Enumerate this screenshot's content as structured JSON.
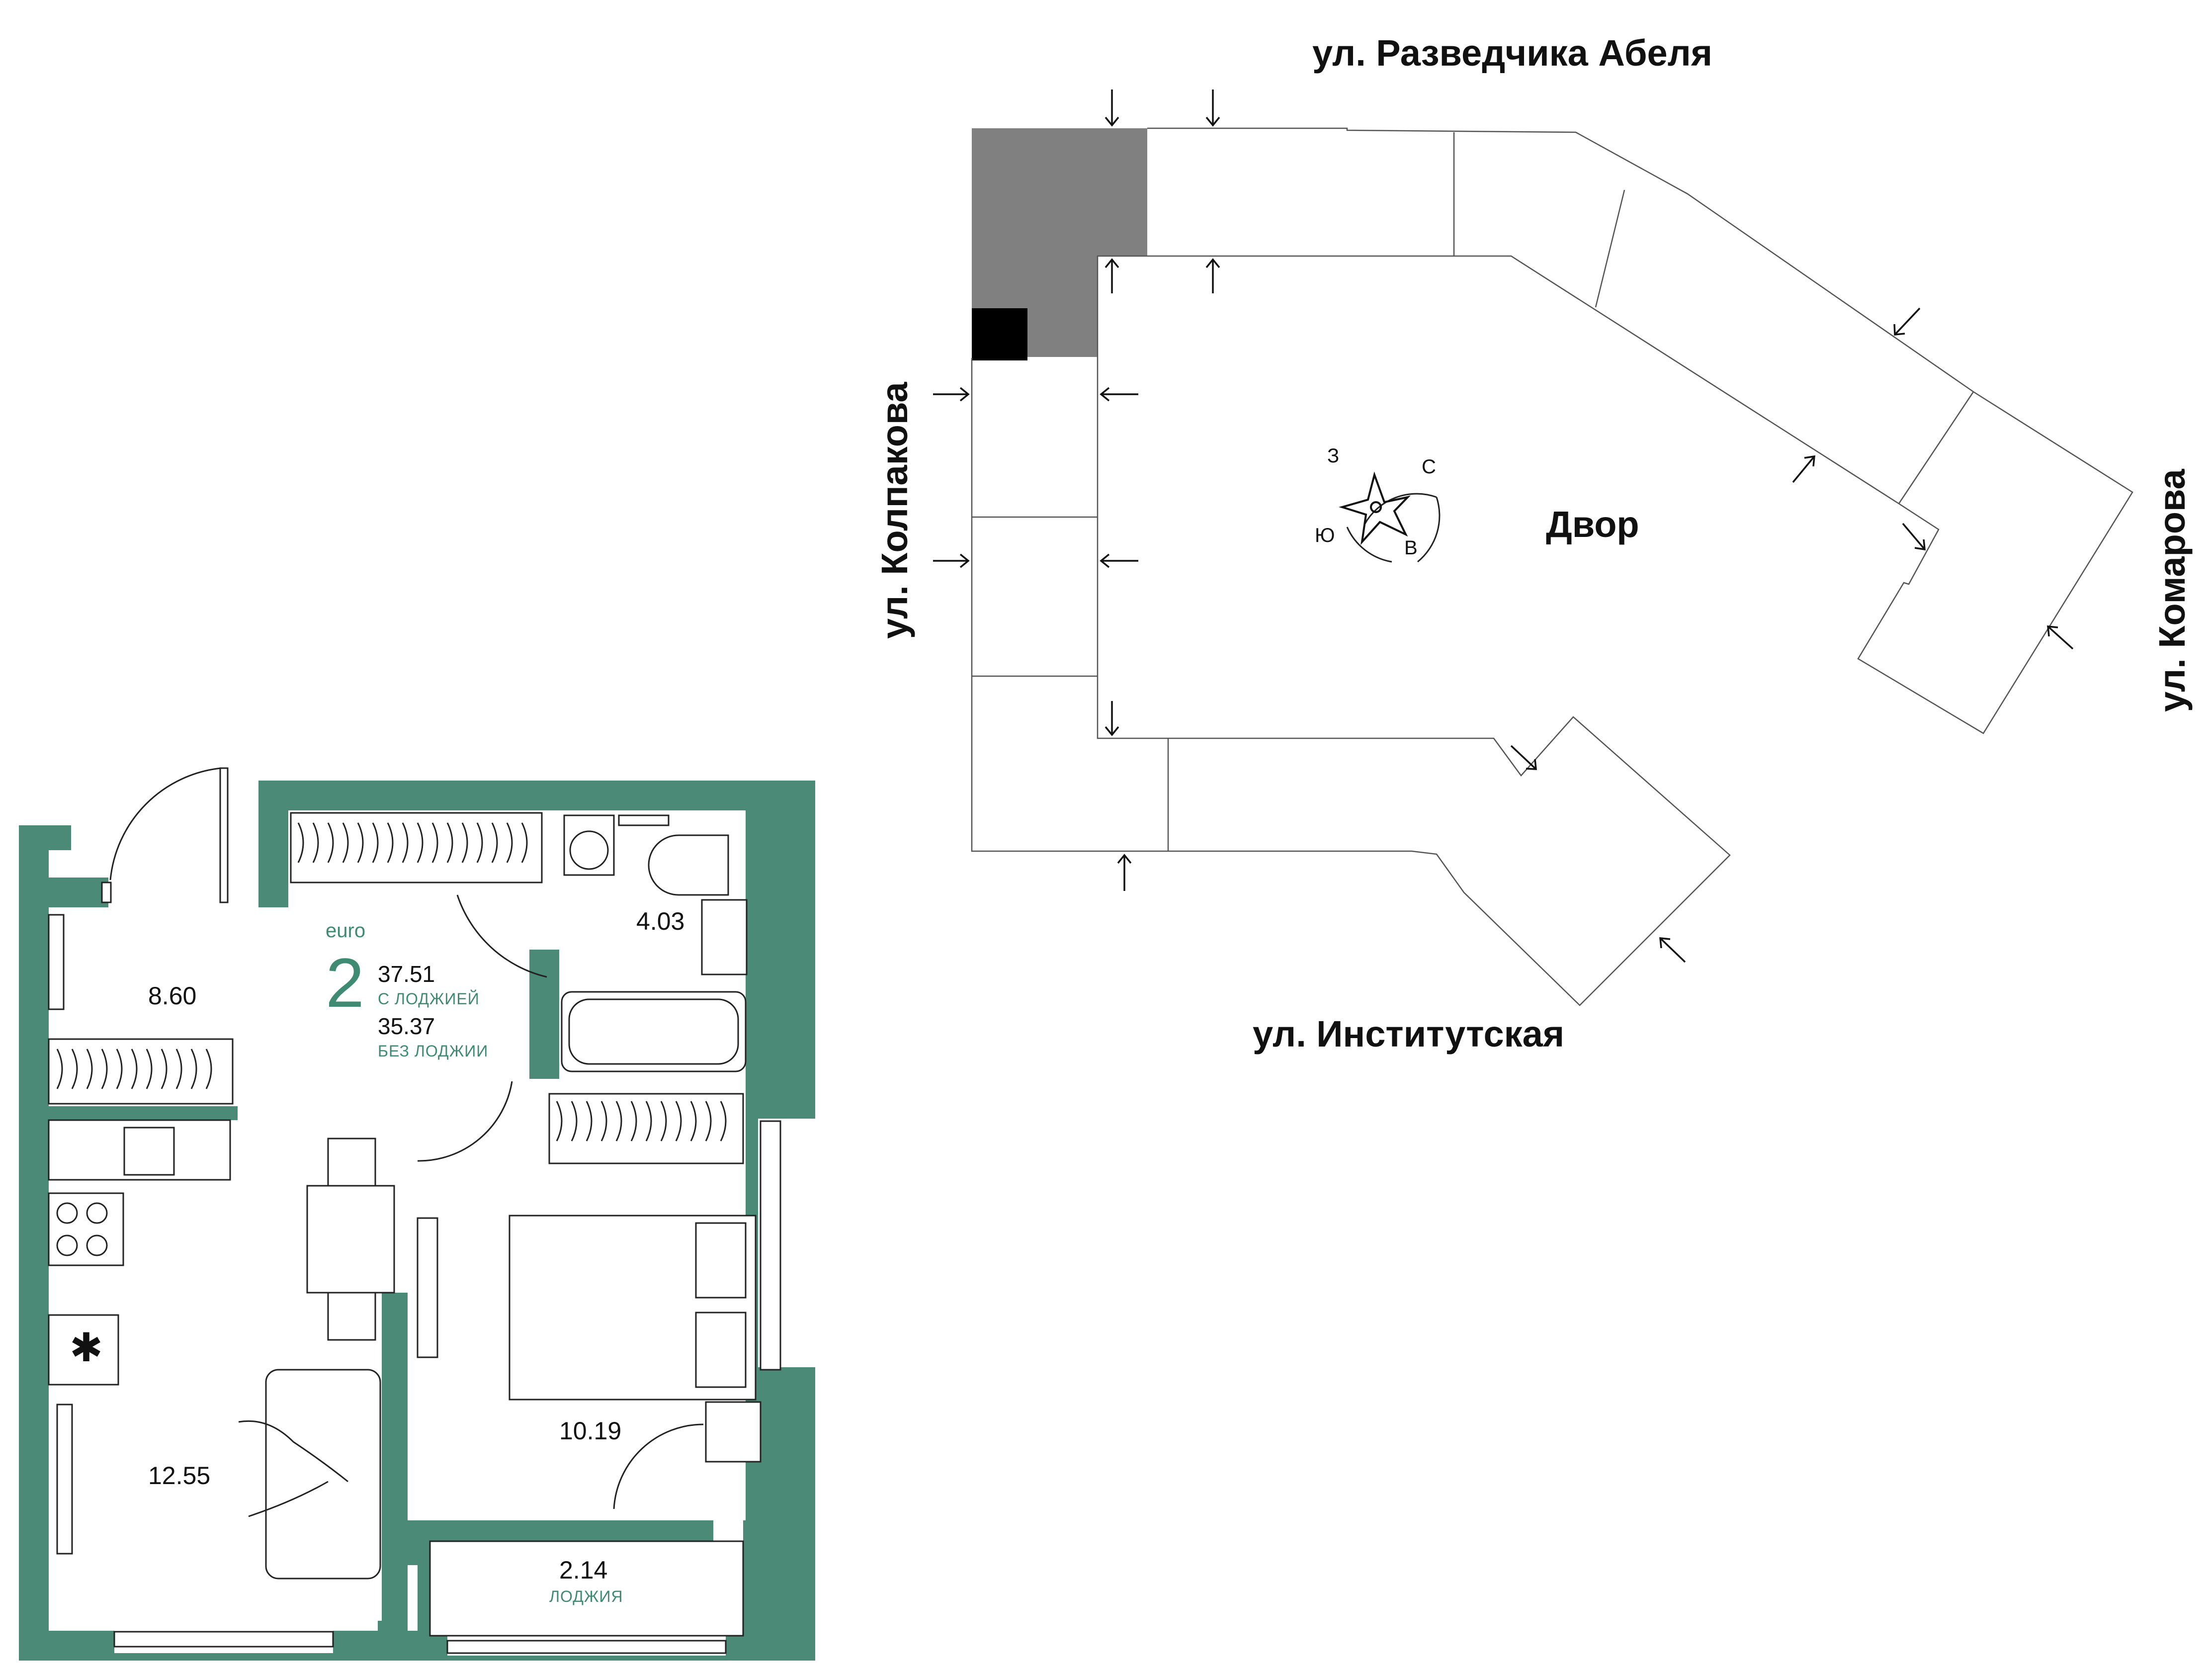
{
  "streets": {
    "north": "ул. Разведчика Абеля",
    "west": "ул. Колпакова",
    "east": "ул. Комарова",
    "south": "ул. Институтская"
  },
  "yard_label": "Двор",
  "compass": {
    "north": "С",
    "east": "В",
    "south": "Ю",
    "west": "З"
  },
  "apartment": {
    "series": "euro",
    "rooms": "2",
    "area_with_loggia": "37.51",
    "with_loggia_label": "С ЛОДЖИЕЙ",
    "area_without_loggia": "35.37",
    "without_loggia_label": "БЕЗ ЛОДЖИИ"
  },
  "rooms": {
    "hall": "8.60",
    "bathroom": "4.03",
    "kitchen_living": "12.55",
    "bedroom": "10.19",
    "loggia": "2.14",
    "loggia_label": "ЛОДЖИЯ"
  },
  "colors": {
    "wall": "#4b8a77",
    "accent_text": "#3f8a72",
    "highlight_section": "#808080",
    "apartment_marker": "#000000"
  }
}
